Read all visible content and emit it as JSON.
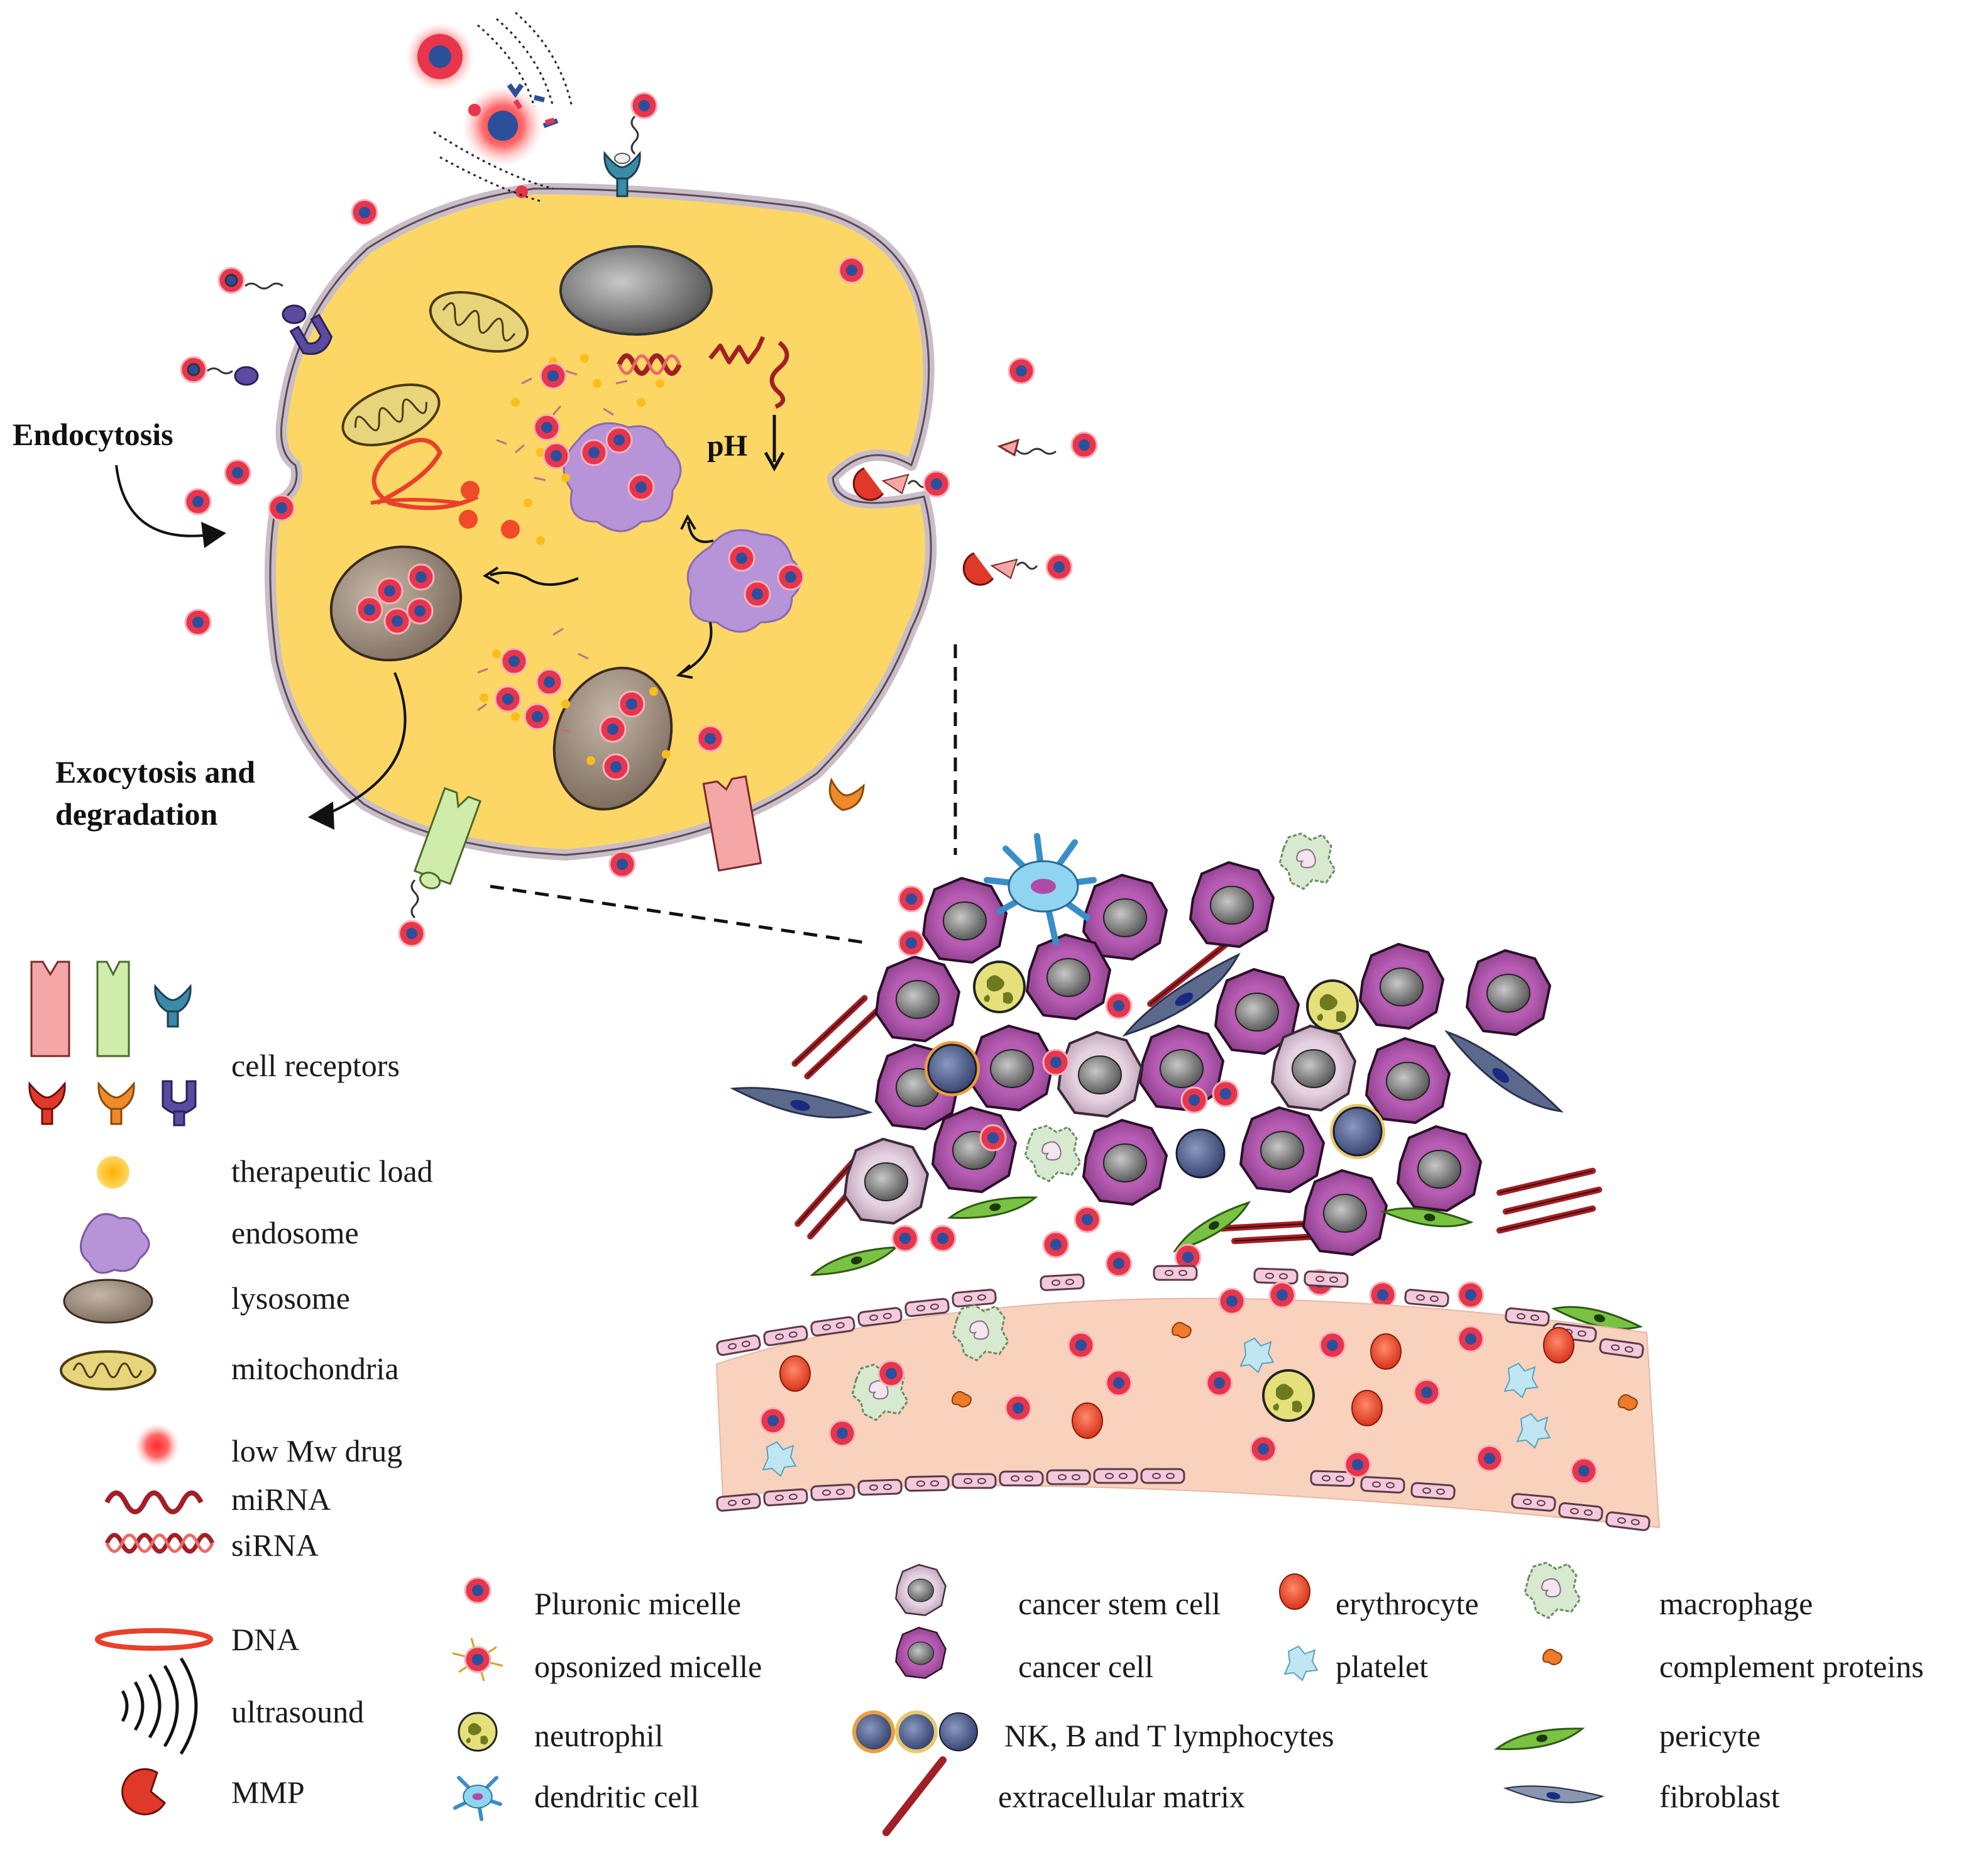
{
  "diagram": {
    "cell_labels": {
      "endocytosis": "Endocytosis",
      "exocytosis_line1": "Exocytosis and",
      "exocytosis_line2": "degradation",
      "ph": "pH"
    },
    "legend_left": [
      {
        "key": "cell_receptors",
        "text": "cell receptors"
      },
      {
        "key": "therapeutic_load",
        "text": "therapeutic load"
      },
      {
        "key": "endosome",
        "text": "endosome"
      },
      {
        "key": "lysosome",
        "text": "lysosome"
      },
      {
        "key": "mitochondria",
        "text": "mitochondria"
      },
      {
        "key": "low_mw_drug",
        "text": "low Mw drug"
      },
      {
        "key": "mirna",
        "text": "miRNA"
      },
      {
        "key": "sirna",
        "text": "siRNA"
      },
      {
        "key": "dna",
        "text": "DNA"
      },
      {
        "key": "ultrasound",
        "text": "ultrasound"
      },
      {
        "key": "mmp",
        "text": "MMP"
      }
    ],
    "legend_bottom": [
      {
        "key": "pluronic_micelle",
        "text": "Pluronic micelle"
      },
      {
        "key": "opsonized_micelle",
        "text": "opsonized micelle"
      },
      {
        "key": "neutrophil",
        "text": "neutrophil"
      },
      {
        "key": "dendritic_cell",
        "text": "dendritic cell"
      },
      {
        "key": "cancer_stem_cell",
        "text": "cancer stem cell"
      },
      {
        "key": "cancer_cell",
        "text": "cancer cell"
      },
      {
        "key": "lymphocytes",
        "text": "NK, B and T lymphocytes"
      },
      {
        "key": "extracellular_matrix",
        "text": "extracellular matrix"
      },
      {
        "key": "erythrocyte",
        "text": "erythrocyte"
      },
      {
        "key": "platelet",
        "text": "platelet"
      },
      {
        "key": "macrophage",
        "text": "macrophage"
      },
      {
        "key": "complement_proteins",
        "text": "complement proteins"
      },
      {
        "key": "pericyte",
        "text": "pericyte"
      },
      {
        "key": "fibroblast",
        "text": "fibroblast"
      }
    ],
    "colors": {
      "cytoplasm": "#fcd765",
      "membrane": "#c9bdc7",
      "micelle_shell": "#e8354b",
      "micelle_core": "#2c4f9c",
      "cancer_cell": "#a44da0",
      "cancer_nucleus": "#555555",
      "vessel": "#f8d2bd",
      "endothelium": "#f5c9dc",
      "ecm": "#a11f25",
      "pericyte": "#7ac242",
      "fibroblast": "#5b6a8c",
      "therapeutic_load": "#fbbd19",
      "endosome": "#b793d8",
      "lysosome": "#938274"
    }
  }
}
